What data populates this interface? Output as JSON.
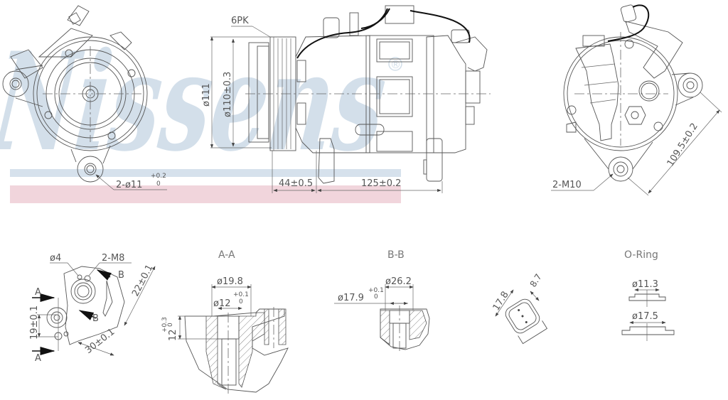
{
  "watermark": {
    "brand": "Nissens",
    "registered_mark": "®",
    "colors": {
      "text": "#d3dfea",
      "stripe_blue": "#d6e1ec",
      "stripe_red": "#f1d5dc"
    }
  },
  "views": {
    "front": {
      "hole_callout": "2-ø11",
      "hole_tol_upper": "+0.2",
      "hole_tol_lower": "0"
    },
    "side": {
      "belt_label": "6PK",
      "pulley_outer_dia": "ø111",
      "pulley_dia": "ø110±0.3",
      "offset_dim": "44±0.5",
      "length_dim": "125±0.2"
    },
    "rear": {
      "mount_callout": "2-M10",
      "mount_span": "109.5±0.2"
    },
    "port_detail": {
      "pin_dia": "ø4",
      "thread_callout": "2-M8",
      "section_a": "A",
      "section_b": "B",
      "dim_22": "22±0.1",
      "dim_19": "19±0.1",
      "dim_30": "30±0.1"
    },
    "section_aa": {
      "title": "A-A",
      "outer_dia": "ø19.8",
      "inner_dia": "ø12",
      "inner_tol_upper": "+0.1",
      "inner_tol_lower": "0",
      "depth": "12",
      "depth_tol_upper": "+0.3",
      "depth_tol_lower": "0"
    },
    "section_bb": {
      "title": "B-B",
      "outer_dia": "ø26.2",
      "inner_dia": "ø17.9",
      "inner_tol_upper": "+0.1",
      "inner_tol_lower": "0"
    },
    "connector": {
      "width": "17.8",
      "height": "8.7"
    },
    "oring": {
      "title": "O-Ring",
      "small_dia": "ø11.3",
      "large_dia": "ø17.5"
    }
  }
}
